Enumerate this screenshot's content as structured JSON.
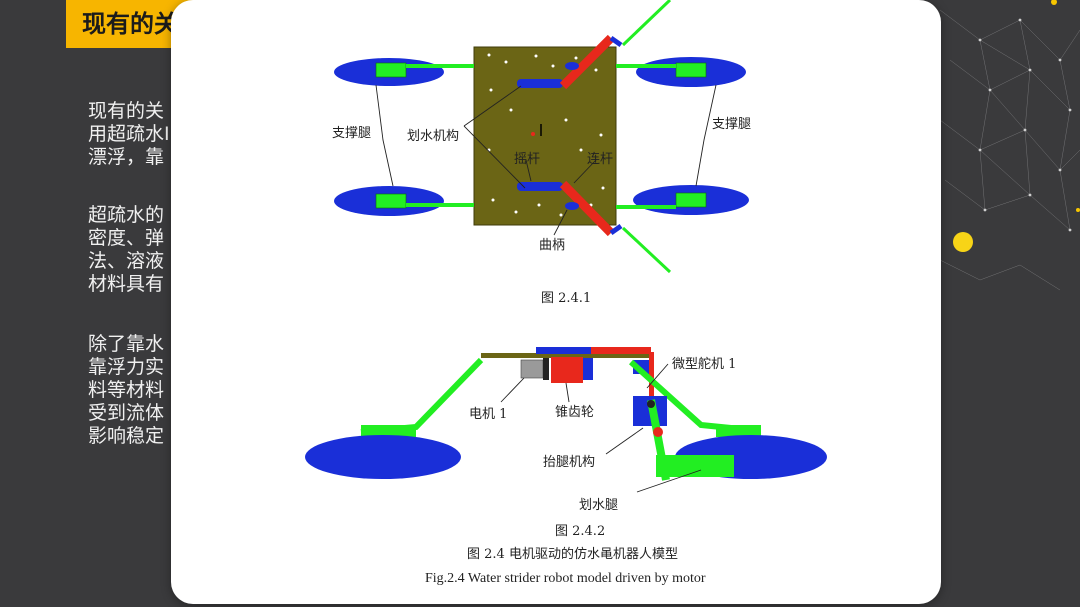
{
  "slide": {
    "title": "现有的关",
    "paragraphs": [
      [
        "现有的关",
        "用超疏水I",
        "漂浮，靠"
      ],
      [
        "超疏水的",
        "密度、弹",
        "法、溶液",
        "材料具有"
      ],
      [
        "除了靠水",
        "靠浮力实",
        "料等材料",
        "受到流体",
        "影响稳定"
      ]
    ]
  },
  "figure": {
    "labels": {
      "support_leg_left": "支撑腿",
      "support_leg_right": "支撑腿",
      "paddle_mechanism": "划水机构",
      "rocker": "摇杆",
      "link": "连杆",
      "crank": "曲柄",
      "servo": "微型舵机 1",
      "motor": "电机 1",
      "bevel_gear": "锥齿轮",
      "leg_lift": "抬腿机构",
      "paddle_leg": "划水腿"
    },
    "caption_top": "图 2.4.1",
    "caption_bottom": "图 2.4.2",
    "caption_cn": "图  2.4 电机驱动的仿水黾机器人模型",
    "caption_en": "Fig.2.4 Water strider robot model driven by motor"
  },
  "colors": {
    "accent": "#f7b500",
    "background": "#3a3a3c",
    "pontoon": "#1a2fd8",
    "leg": "#22ee22",
    "plate": "#6b6515",
    "linkage": "#e8281c"
  }
}
